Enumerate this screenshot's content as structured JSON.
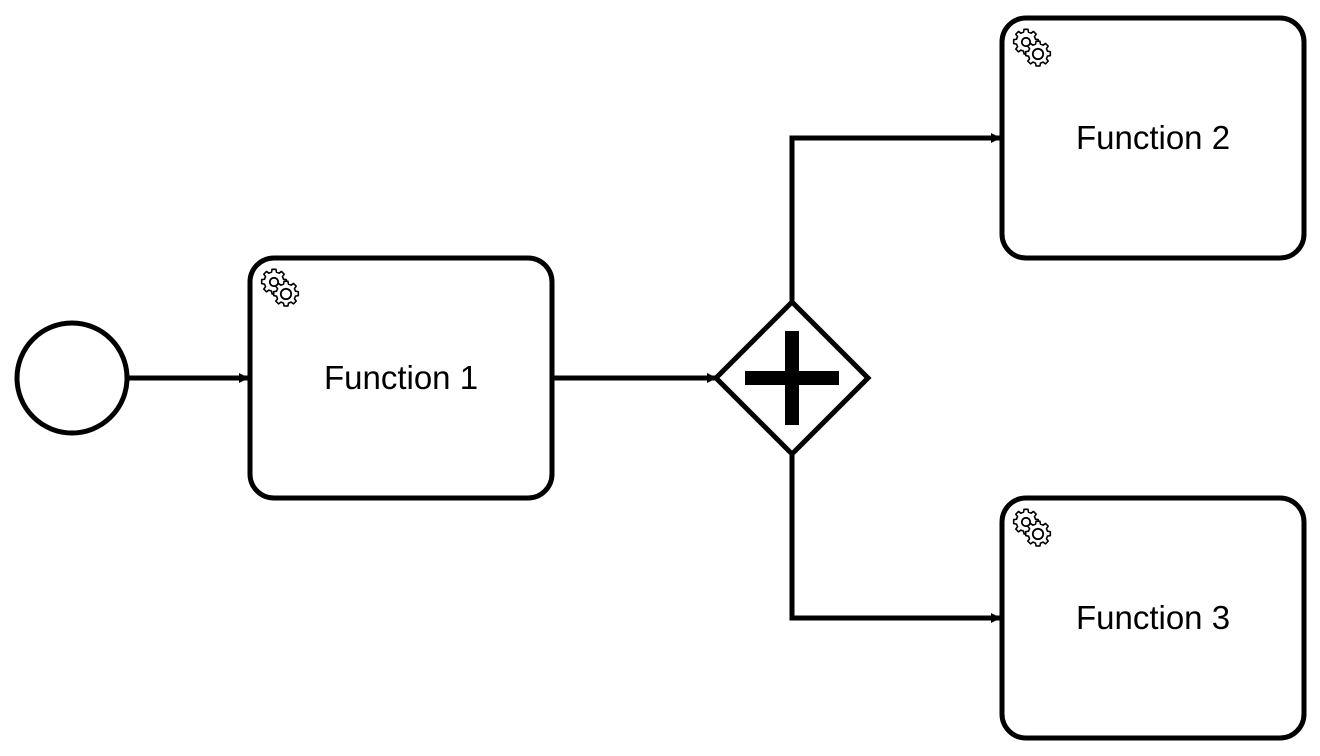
{
  "diagram": {
    "type": "bpmn-process",
    "colors": {
      "stroke": "#000000",
      "fill": "#ffffff",
      "text": "#000000"
    },
    "start_event": {
      "kind": "start-event"
    },
    "gateway": {
      "kind": "parallel-gateway",
      "icon": "plus-icon"
    },
    "tasks": [
      {
        "id": "task1",
        "label": "Function 1",
        "kind": "service-task",
        "icon": "gears-icon"
      },
      {
        "id": "task2",
        "label": "Function 2",
        "kind": "service-task",
        "icon": "gears-icon"
      },
      {
        "id": "task3",
        "label": "Function 3",
        "kind": "service-task",
        "icon": "gears-icon"
      }
    ],
    "flows": [
      {
        "from": "start_event",
        "to": "task1"
      },
      {
        "from": "task1",
        "to": "gateway"
      },
      {
        "from": "gateway",
        "to": "task2"
      },
      {
        "from": "gateway",
        "to": "task3"
      }
    ]
  }
}
